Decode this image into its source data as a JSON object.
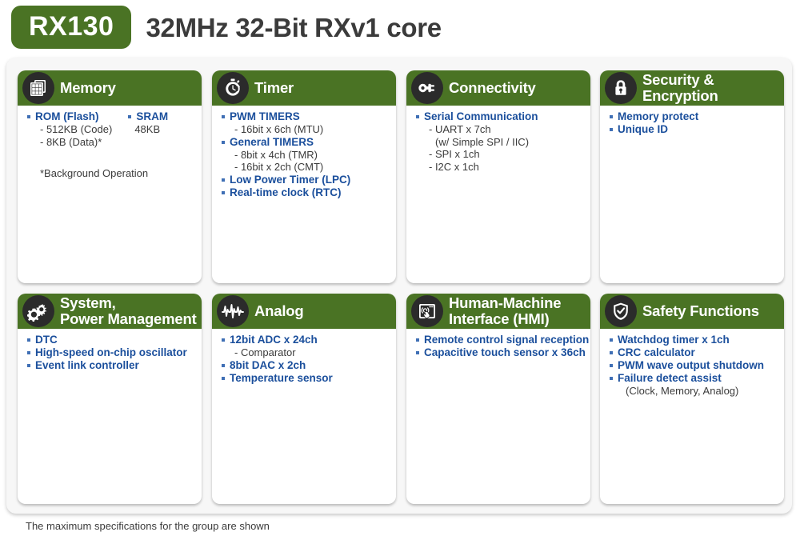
{
  "header": {
    "chip_name": "RX130",
    "subtitle": "32MHz 32-Bit RXv1 core",
    "badge_color": "#4a7324",
    "subtitle_color": "#3b3b3b"
  },
  "theme": {
    "header_green": "#4a7324",
    "bullet_blue": "#1b4f9c",
    "sub_text": "#3b3b3b",
    "panel_bg": "#f7f7f7",
    "card_bg": "#ffffff",
    "icon_circle": "#2b2b2b"
  },
  "cards": [
    {
      "id": "memory",
      "title": "Memory",
      "icon": "memory-grid-icon",
      "layout": "two-column",
      "col_a": [
        {
          "label": "ROM (Flash)",
          "subs": [
            "- 512KB (Code)",
            "- 8KB (Data)*"
          ]
        }
      ],
      "col_b": [
        {
          "label": "SRAM",
          "subs": [
            "48KB"
          ]
        }
      ],
      "note": "*Background Operation"
    },
    {
      "id": "timer",
      "title": "Timer",
      "icon": "stopwatch-icon",
      "items": [
        {
          "label": "PWM TIMERS",
          "subs": [
            "- 16bit x 6ch (MTU)"
          ]
        },
        {
          "label": "General TIMERS",
          "subs": [
            "- 8bit x 4ch (TMR)",
            "- 16bit x 2ch (CMT)"
          ]
        },
        {
          "label": "Low Power Timer (LPC)",
          "subs": []
        },
        {
          "label": "Real-time clock (RTC)",
          "subs": []
        }
      ]
    },
    {
      "id": "connectivity",
      "title": "Connectivity",
      "icon": "plug-connector-icon",
      "items": [
        {
          "label": "Serial Communication",
          "subs": [
            "- UART x 7ch",
            "(w/ Simple SPI / IIC)",
            "- SPI x 1ch",
            "- I2C x 1ch"
          ],
          "sub_indent": [
            false,
            true,
            false,
            false
          ]
        }
      ]
    },
    {
      "id": "security",
      "title": "Security &\nEncryption",
      "icon": "lock-icon",
      "items": [
        {
          "label": "Memory protect",
          "subs": []
        },
        {
          "label": "Unique ID",
          "subs": []
        }
      ]
    },
    {
      "id": "system-power",
      "title": "System,\nPower Management",
      "icon": "gears-icon",
      "items": [
        {
          "label": "DTC",
          "subs": []
        },
        {
          "label": "High-speed on-chip oscillator",
          "subs": []
        },
        {
          "label": "Event link controller",
          "subs": []
        }
      ]
    },
    {
      "id": "analog",
      "title": "Analog",
      "icon": "waveform-icon",
      "items": [
        {
          "label": "12bit  ADC x 24ch",
          "subs": [
            "- Comparator"
          ]
        },
        {
          "label": "8bit DAC x 2ch",
          "subs": []
        },
        {
          "label": "Temperature sensor",
          "subs": []
        }
      ]
    },
    {
      "id": "hmi",
      "title": "Human-Machine\nInterface (HMI)",
      "icon": "touchscreen-hand-icon",
      "items": [
        {
          "label": "Remote control signal reception",
          "subs": []
        },
        {
          "label": "Capacitive touch sensor x 36ch",
          "subs": []
        }
      ]
    },
    {
      "id": "safety",
      "title": "Safety Functions",
      "icon": "shield-check-icon",
      "items": [
        {
          "label": "Watchdog timer x 1ch",
          "subs": []
        },
        {
          "label": "CRC calculator",
          "subs": []
        },
        {
          "label": "PWM wave output shutdown",
          "subs": []
        },
        {
          "label": "Failure detect assist",
          "subs": [
            "(Clock, Memory, Analog)"
          ]
        }
      ]
    }
  ],
  "footer": {
    "note": "The maximum specifications for the group are shown"
  }
}
